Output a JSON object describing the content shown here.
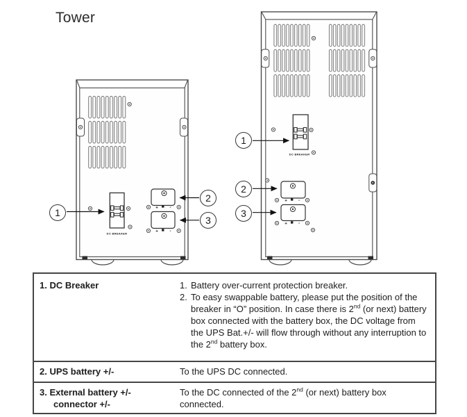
{
  "title": "Tower",
  "diagram": {
    "callout_numbers": [
      "1",
      "2",
      "3"
    ],
    "breaker_label": "DC BREAKER",
    "plus_label": "+",
    "minus_label": "-"
  },
  "table": {
    "rows": [
      {
        "term": "1. DC Breaker",
        "items": [
          {
            "n": "1.",
            "text": "Battery over-current protection breaker."
          },
          {
            "n": "2.",
            "text": "To easy swappable battery, please put the position of the breaker in “O” position. In case there is 2^{nd} (or next) battery box connected with the battery box, the DC voltage from the UPS Bat.+/- will flow through without any interruption to the 2^{nd} battery box."
          }
        ]
      },
      {
        "term": "2. UPS battery +/-",
        "desc": "To the UPS DC connected."
      },
      {
        "term": "3. External battery +/-\nconnector +/-",
        "desc": "To the DC connected of the 2^{nd} (or next) battery box connected."
      }
    ]
  }
}
